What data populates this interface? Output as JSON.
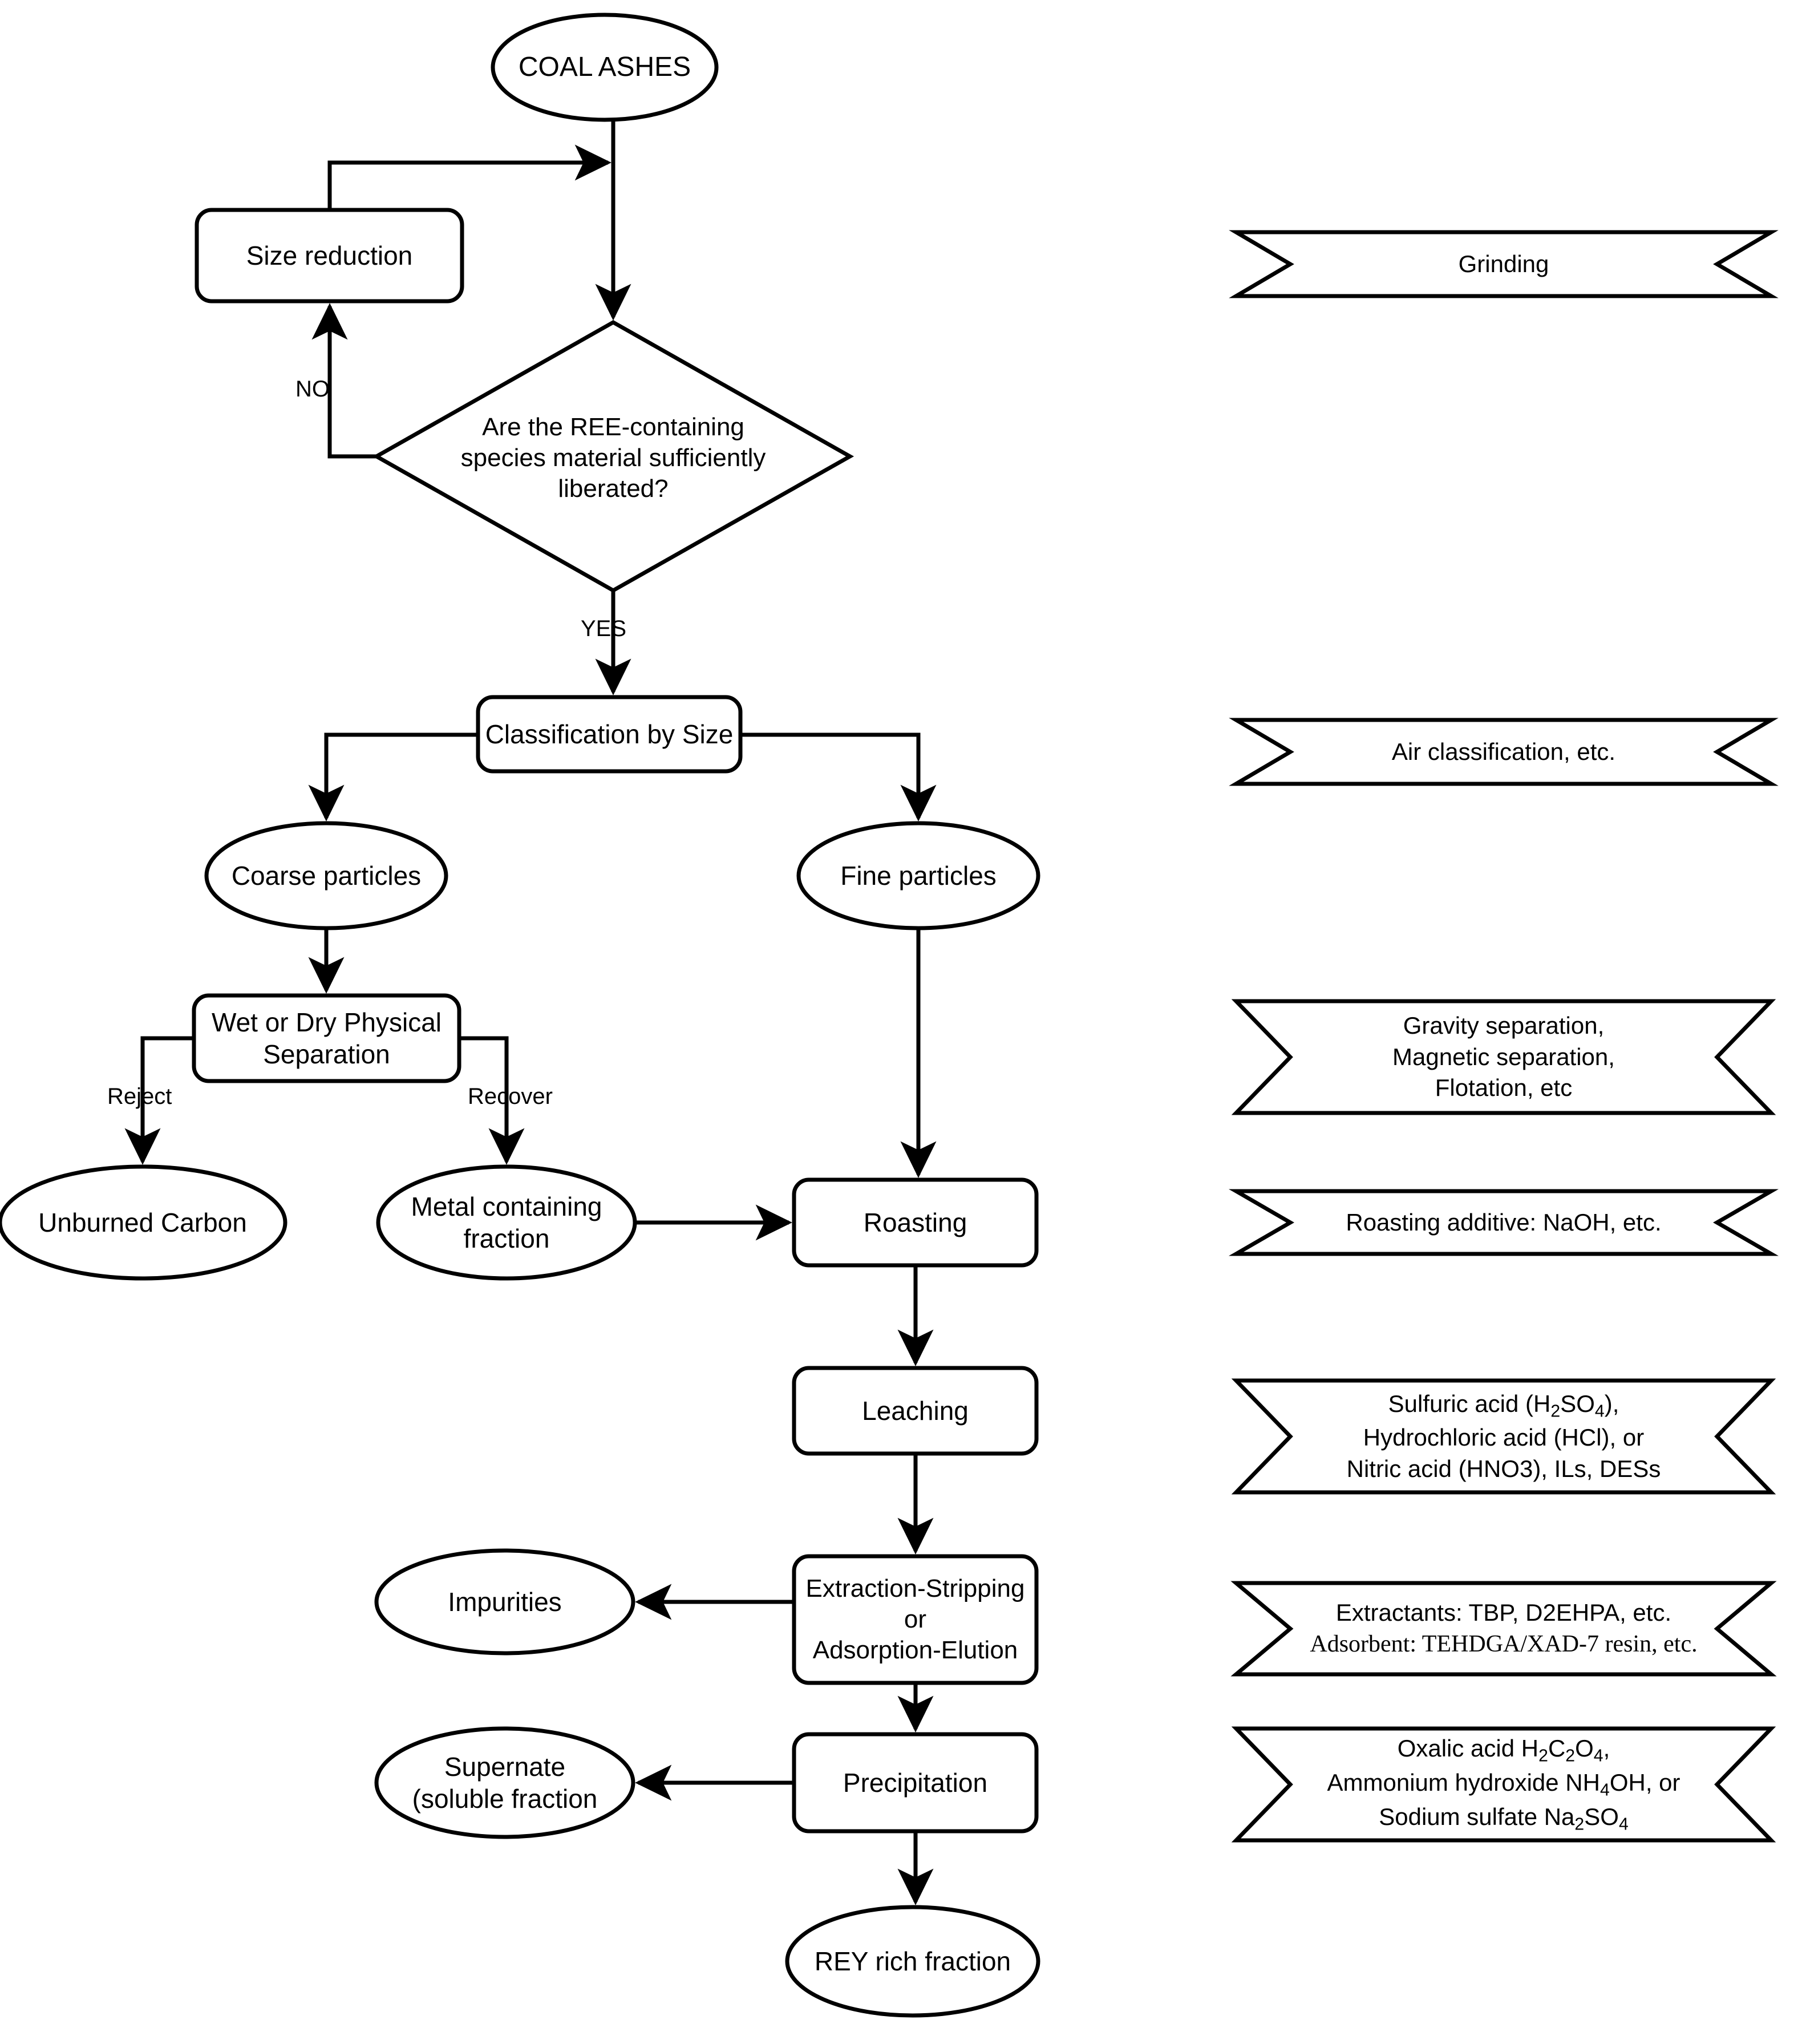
{
  "diagram": {
    "title": "Rare earth element recovery from coal ashes process flowchart",
    "stroke_color": "#000000",
    "fill_color": "#ffffff",
    "background": "#ffffff"
  },
  "nodes": {
    "coal_ashes": {
      "label": "COAL ASHES",
      "shape": "ellipse"
    },
    "size_reduction": {
      "label": "Size reduction",
      "shape": "rounded-rect"
    },
    "decision_liberated": {
      "label": "Are the REE-containing\nspecies material sufficiently\nliberated?",
      "shape": "diamond"
    },
    "classification_by_size": {
      "label": "Classification by Size",
      "shape": "rounded-rect"
    },
    "coarse_particles": {
      "label": "Coarse particles",
      "shape": "ellipse"
    },
    "fine_particles": {
      "label": "Fine particles",
      "shape": "ellipse"
    },
    "physical_separation": {
      "label": "Wet or Dry Physical\nSeparation",
      "shape": "rounded-rect"
    },
    "unburned_carbon": {
      "label": "Unburned Carbon",
      "shape": "ellipse"
    },
    "metal_containing_fraction": {
      "label": "Metal containing\nfraction",
      "shape": "ellipse"
    },
    "roasting": {
      "label": "Roasting",
      "shape": "rounded-rect"
    },
    "leaching": {
      "label": "Leaching",
      "shape": "rounded-rect"
    },
    "extraction_stripping": {
      "label": "Extraction-Stripping\nor\nAdsorption-Elution",
      "shape": "rounded-rect"
    },
    "impurities": {
      "label": "Impurities",
      "shape": "ellipse"
    },
    "precipitation": {
      "label": "Precipitation",
      "shape": "rounded-rect"
    },
    "supernate": {
      "label": "Supernate\n(soluble fraction",
      "shape": "ellipse"
    },
    "rey_rich_fraction": {
      "label": "REY rich fraction",
      "shape": "ellipse"
    }
  },
  "edge_labels": {
    "no": "NO",
    "yes": "YES",
    "reject": "Reject",
    "recover": "Recover"
  },
  "banners": [
    {
      "id": "grinding",
      "lines": [
        {
          "text": "Grinding",
          "font": "sans"
        }
      ]
    },
    {
      "id": "air-classification",
      "lines": [
        {
          "text": "Air classification, etc.",
          "font": "sans"
        }
      ]
    },
    {
      "id": "physical-separation-methods",
      "lines": [
        {
          "text": "Gravity separation,",
          "font": "sans"
        },
        {
          "text": "Magnetic separation,",
          "font": "sans"
        },
        {
          "text": "Flotation, etc",
          "font": "sans"
        }
      ]
    },
    {
      "id": "roasting-additive",
      "lines": [
        {
          "text": "Roasting additive: NaOH, etc.",
          "font": "sans"
        }
      ]
    },
    {
      "id": "leaching-reagents",
      "lines": [
        {
          "html": "Sulfuric acid (H<sub>2</sub>SO<sub>4</sub>),",
          "font": "sans"
        },
        {
          "html": "Hydrochloric acid (HCl), or",
          "font": "sans"
        },
        {
          "html": "Nitric acid (HNO3), ILs, DESs",
          "font": "sans"
        }
      ]
    },
    {
      "id": "extractants-adsorbents",
      "lines": [
        {
          "text": "Extractants: TBP, D2EHPA, etc.",
          "font": "sans"
        },
        {
          "text": "Adsorbent: TEHDGA/XAD-7 resin, etc.",
          "font": "serif"
        }
      ]
    },
    {
      "id": "precipitation-reagents",
      "lines": [
        {
          "html": "Oxalic acid H<sub>2</sub>C<sub>2</sub>O<sub>4</sub>,",
          "font": "sans"
        },
        {
          "html": "Ammonium hydroxide NH<sub>4</sub>OH, or",
          "font": "sans"
        },
        {
          "html": "Sodium sulfate Na<sub>2</sub>SO<sub>4</sub>",
          "font": "sans"
        }
      ]
    }
  ]
}
